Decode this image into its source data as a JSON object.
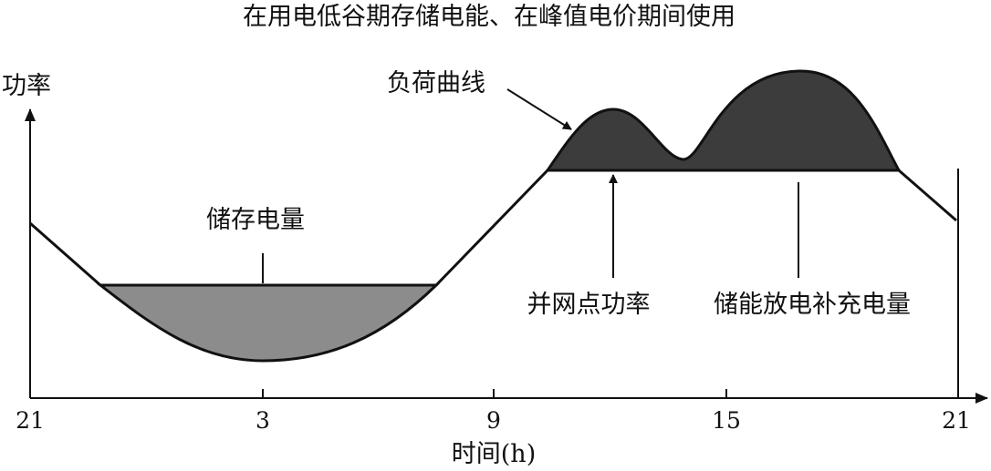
{
  "title": "在用电低谷期存储电能、在峰值电价期间使用",
  "y_axis_label": "功率",
  "x_axis_label": "时间(h)",
  "x_ticks": [
    "21",
    "3",
    "9",
    "15",
    "21"
  ],
  "annotations": {
    "stored_energy": "储存电量",
    "load_curve": "负荷曲线",
    "grid_point_power": "并网点功率",
    "discharge_supplement": "储能放电补充电量"
  },
  "colors": {
    "stored_fill": "#8c8c8c",
    "discharge_fill": "#3c3c3c",
    "line": "#111111"
  }
}
